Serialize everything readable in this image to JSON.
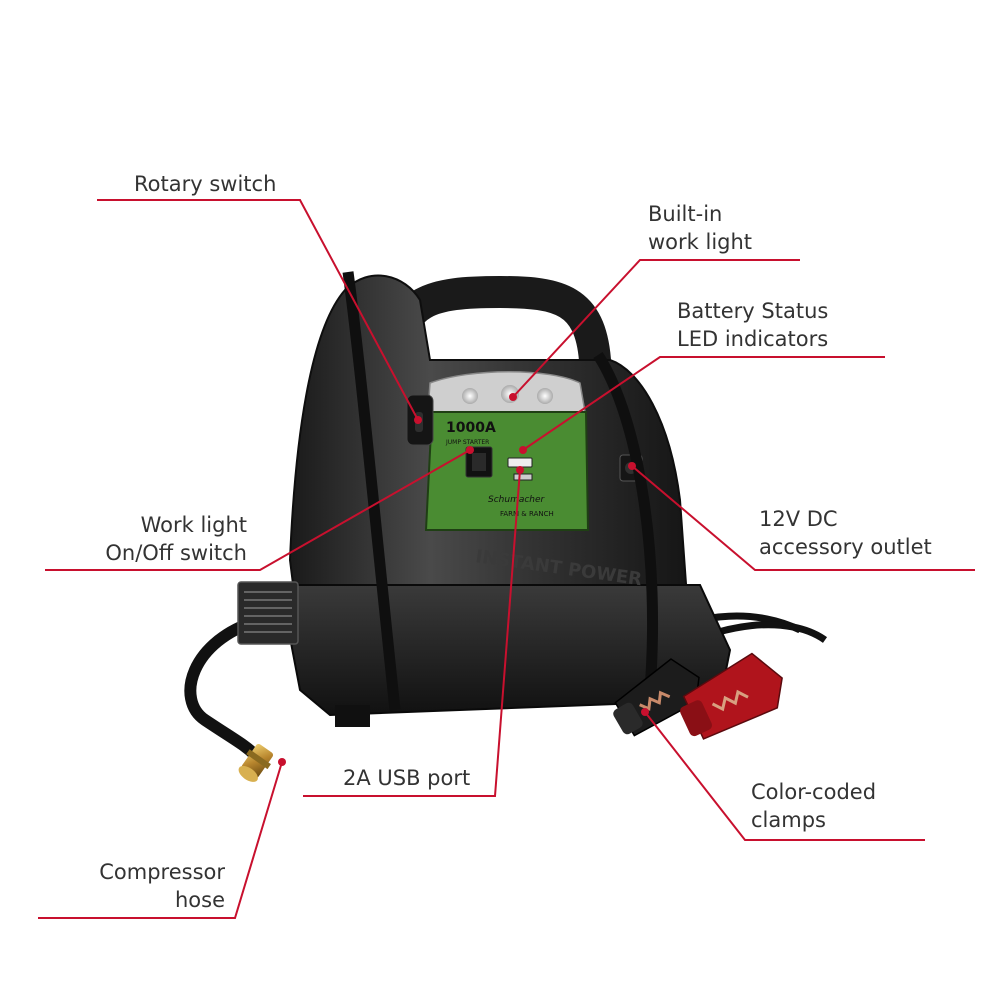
{
  "colors": {
    "leader": "#c8102e",
    "body": "#2b2b2b",
    "panel": "#4a8c32",
    "clamp_red": "#b0141c",
    "clamp_black": "#1c1c1c",
    "label_text": "#333333"
  },
  "callouts": {
    "rotary_switch": "Rotary switch",
    "work_light_1": "Built-in",
    "work_light_2": "work light",
    "battery_status_1": "Battery Status",
    "battery_status_2": "LED indicators",
    "work_light_switch_1": "Work light",
    "work_light_switch_2": "On/Off switch",
    "dc_outlet_1": "12V DC",
    "dc_outlet_2": "accessory outlet",
    "usb_port": "2A USB port",
    "clamps_1": "Color-coded",
    "clamps_2": "clamps",
    "hose_1": "Compressor",
    "hose_2": "hose"
  },
  "device": {
    "rating": "1000A",
    "rating_sub": "JUMP STARTER",
    "brand": "Schumacher",
    "series": "FARM & RANCH",
    "embossed": "INSTANT POWER"
  },
  "icons": [
    "rotary-switch-icon",
    "usb-port-icon",
    "light-switch-icon",
    "dc-outlet-icon",
    "clamp-icon",
    "hose-fitting-icon"
  ]
}
